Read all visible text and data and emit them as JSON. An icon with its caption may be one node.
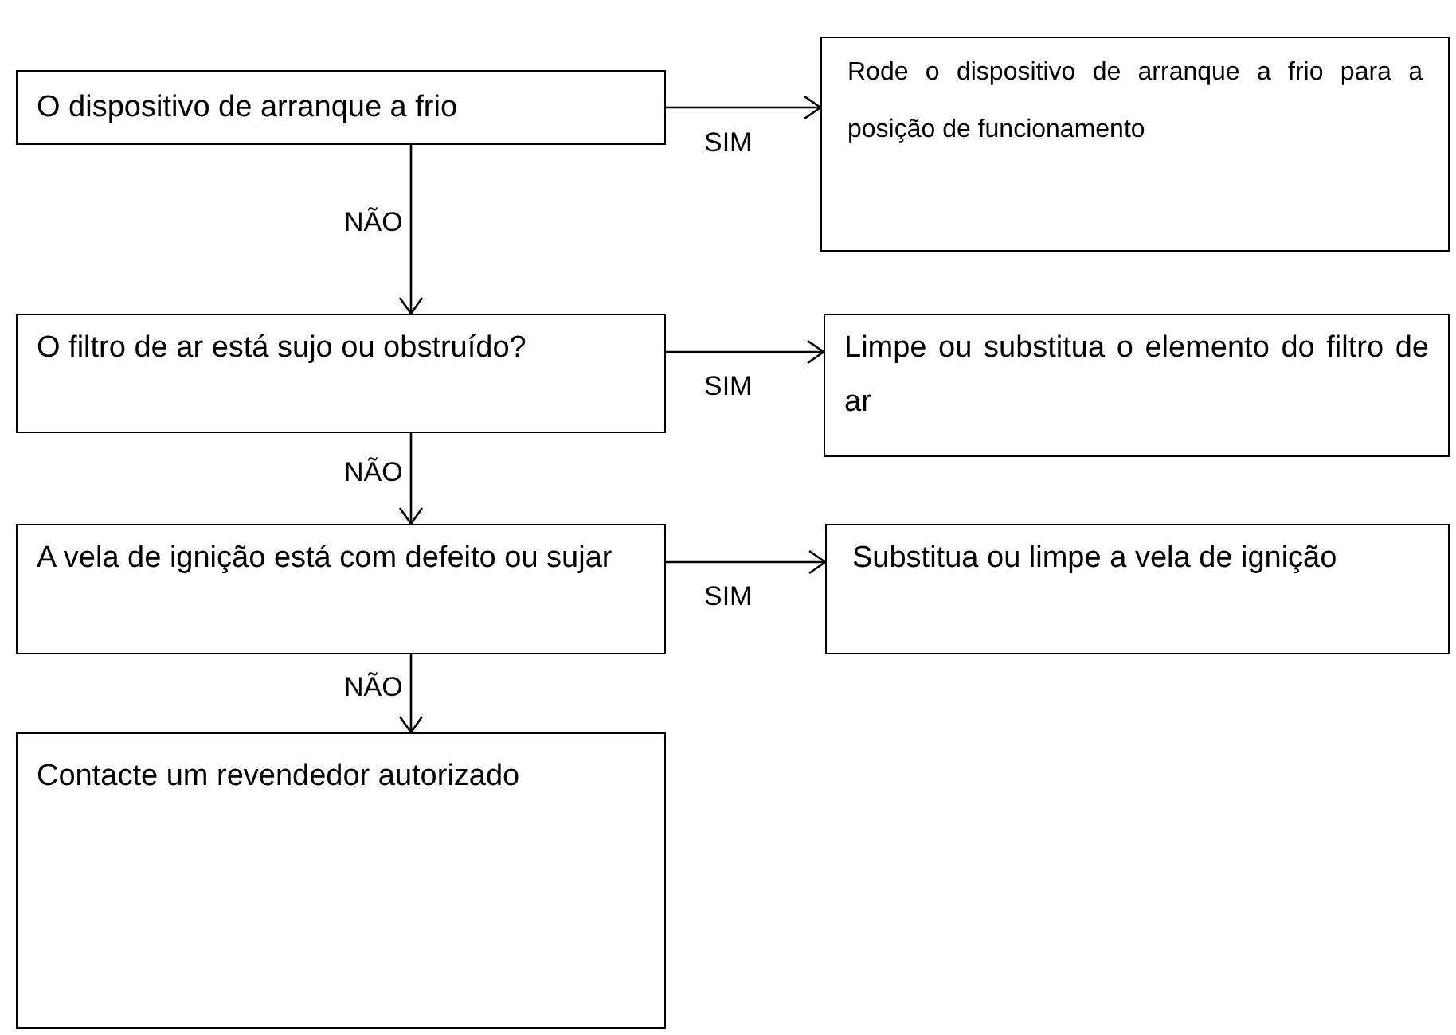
{
  "diagram": {
    "nodes": [
      {
        "text": [
          "O dispositivo de arranque a frio"
        ]
      },
      {
        "text": [
          "Rode o dispositivo de arranque a frio para a posição de funcionamento"
        ]
      },
      {
        "text": [
          "O filtro de ar está sujo ou obstruído?"
        ]
      },
      {
        "text": [
          "Limpe ou substitua o elemento do filtro de ar"
        ]
      },
      {
        "text": [
          "A vela de ignição está com defeito ou sujar"
        ]
      },
      {
        "text": [
          "Substitua ou limpe a vela de ignição"
        ]
      },
      {
        "text": [
          "Contacte um revendedor autorizado"
        ]
      }
    ],
    "edges": [
      {
        "from": 0,
        "to": 1,
        "arrow": "to",
        "label": "SIM"
      },
      {
        "from": 0,
        "to": 2,
        "arrow": "to",
        "label": "NÃO"
      },
      {
        "from": 2,
        "to": 3,
        "arrow": "to",
        "label": "SIM"
      },
      {
        "from": 2,
        "to": 4,
        "arrow": "to",
        "label": "NÃO"
      },
      {
        "from": 4,
        "to": 5,
        "arrow": "to",
        "label": "SIM"
      },
      {
        "from": 4,
        "to": 6,
        "arrow": "to",
        "label": "NÃO"
      }
    ]
  }
}
